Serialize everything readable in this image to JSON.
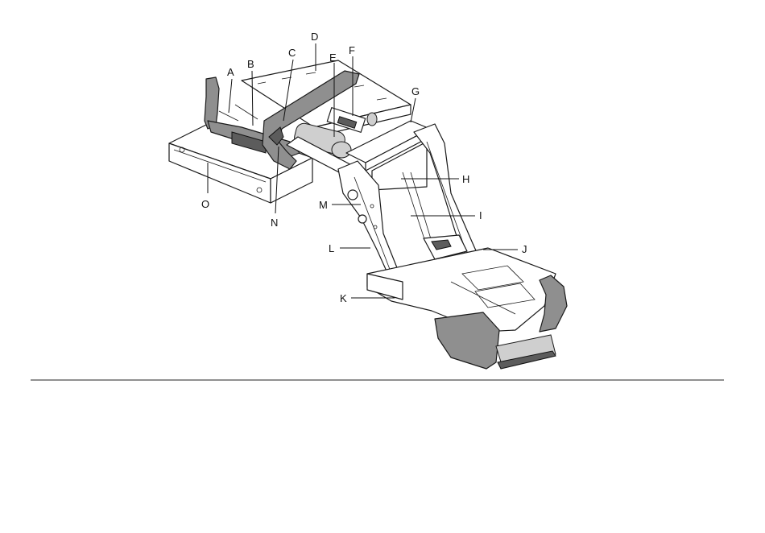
{
  "figure": {
    "labels": [
      "A",
      "B",
      "C",
      "D",
      "E",
      "F",
      "G",
      "H",
      "I",
      "J",
      "K",
      "L",
      "M",
      "N",
      "O"
    ]
  }
}
